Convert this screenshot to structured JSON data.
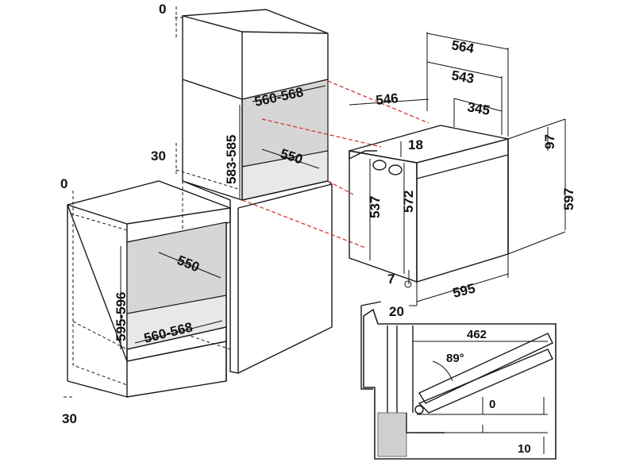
{
  "colors": {
    "line": "#1a1a1a",
    "cavity_fill": "#d6d6d6",
    "alignment_dash": "#d8281f",
    "background": "#ffffff"
  },
  "tall_unit": {
    "top_offset": "0",
    "side_offset": "30",
    "niche_width": "560-568",
    "niche_height": "583-585",
    "niche_depth": "550"
  },
  "base_unit": {
    "top_offset": "0",
    "bottom_offset": "30",
    "niche_height": "595-596",
    "niche_width": "560-568",
    "niche_depth": "550"
  },
  "oven": {
    "overall_depth": "564",
    "body_depth": "543",
    "front_depth": "546",
    "control_depth": "345",
    "top_step": "18",
    "panel_height": "97",
    "overall_height": "597",
    "body_height": "537",
    "front_height": "572",
    "bottom_step": "7",
    "width": "595",
    "front_offset": "20"
  },
  "door_detail": {
    "open_depth": "462",
    "angle": "89°",
    "lower_gap": "0",
    "floor_gap": "10"
  }
}
